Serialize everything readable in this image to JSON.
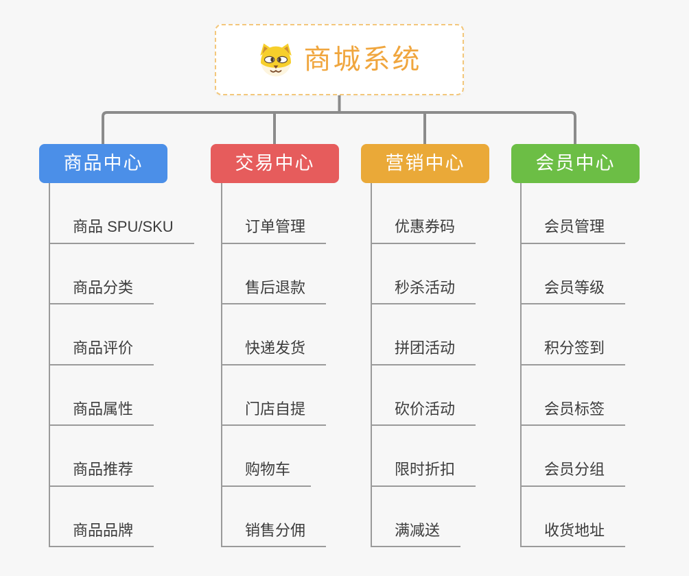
{
  "ui": {
    "background": "#f7f7f7",
    "connector_color": "#8b8b8b",
    "leaf_line_color": "#9a9a9a",
    "leaf_text_color": "#3c3c3c",
    "root_text_color": "#f0a63e",
    "root_border_color": "#f3c77b",
    "header_text_color": "#ffffff"
  },
  "root": {
    "title": "商城系统",
    "icon": "dog-face-icon"
  },
  "branches": [
    {
      "label": "商品中心",
      "color": "#4b8fe8",
      "children": [
        "商品 SPU/SKU",
        "商品分类",
        "商品评价",
        "商品属性",
        "商品推荐",
        "商品品牌"
      ]
    },
    {
      "label": "交易中心",
      "color": "#e65c5c",
      "children": [
        "订单管理",
        "售后退款",
        "快递发货",
        "门店自提",
        "购物车",
        "销售分佣"
      ]
    },
    {
      "label": "营销中心",
      "color": "#eaa938",
      "children": [
        "优惠券码",
        "秒杀活动",
        "拼团活动",
        "砍价活动",
        "限时折扣",
        "满减送"
      ]
    },
    {
      "label": "会员中心",
      "color": "#6cbe45",
      "children": [
        "会员管理",
        "会员等级",
        "积分签到",
        "会员标签",
        "会员分组",
        "收货地址"
      ]
    }
  ]
}
